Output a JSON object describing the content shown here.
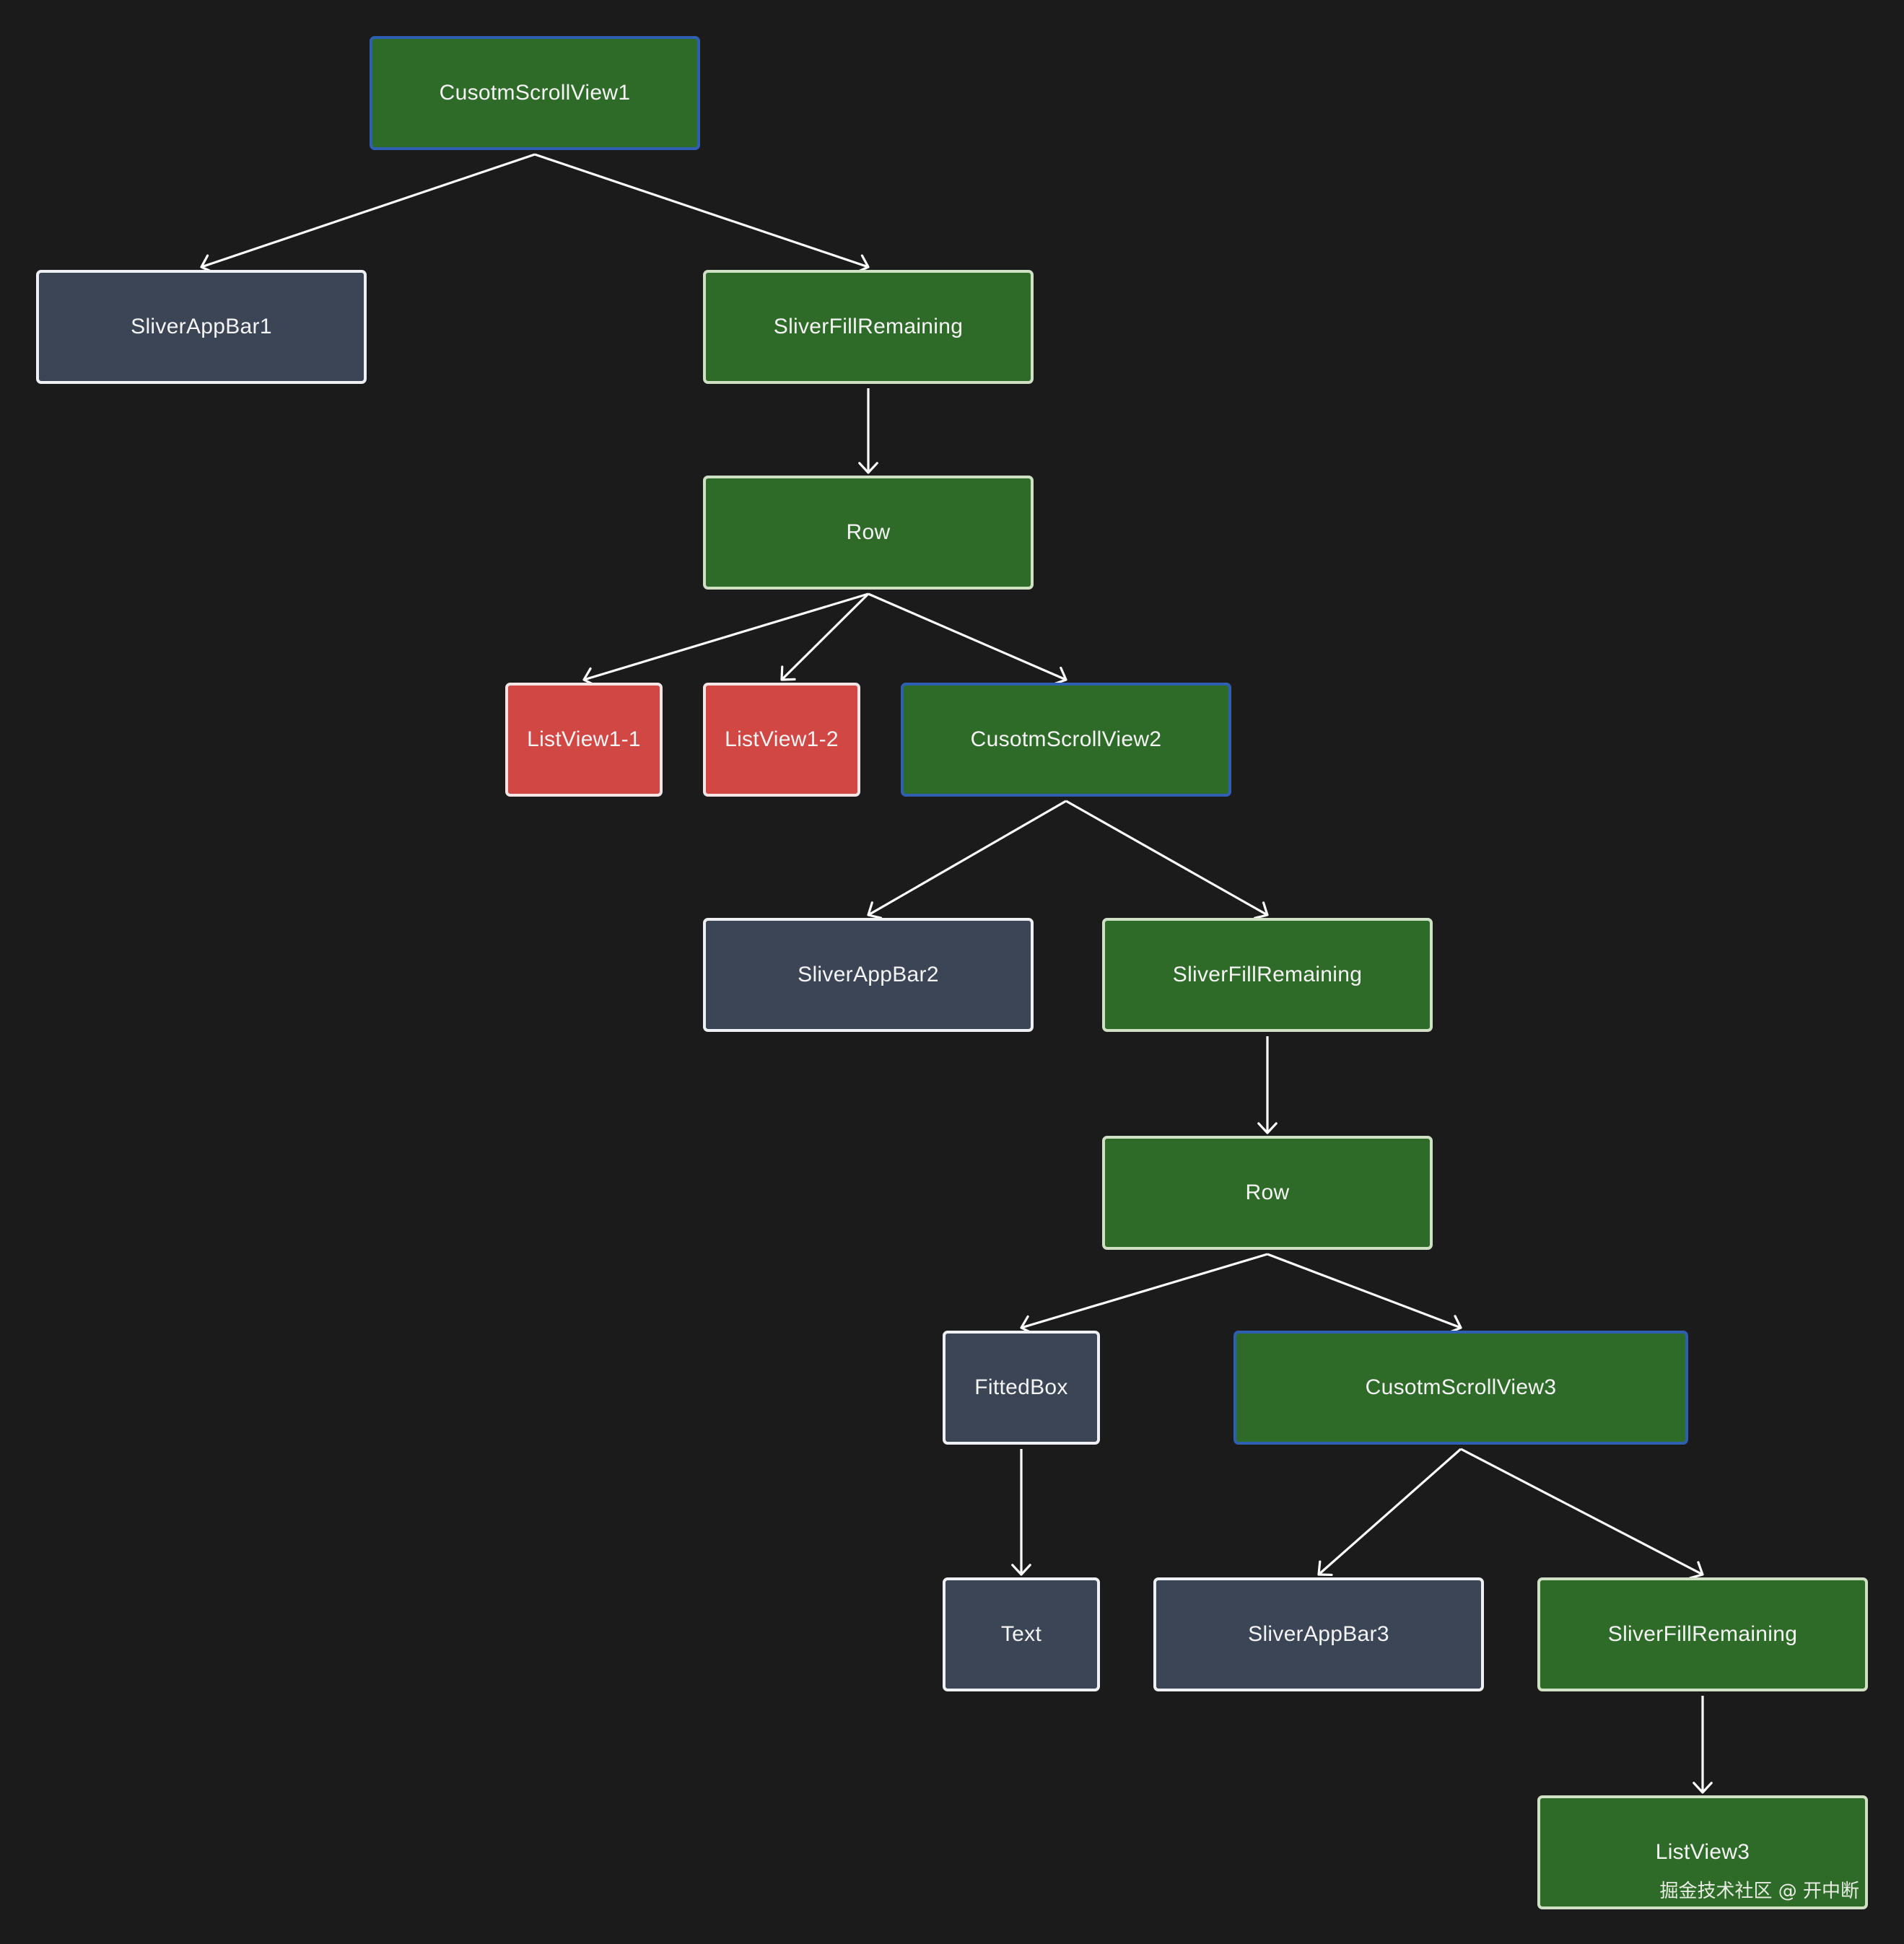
{
  "nodes": [
    {
      "id": "csv1",
      "label": "CusotmScrollView1",
      "kind": "scroll"
    },
    {
      "id": "sab1",
      "label": "SliverAppBar1",
      "kind": "slate"
    },
    {
      "id": "sfr1",
      "label": "SliverFillRemaining",
      "kind": "plain"
    },
    {
      "id": "row1",
      "label": "Row",
      "kind": "plain"
    },
    {
      "id": "lv11",
      "label": "ListView1-1",
      "kind": "red"
    },
    {
      "id": "lv12",
      "label": "ListView1-2",
      "kind": "red"
    },
    {
      "id": "csv2",
      "label": "CusotmScrollView2",
      "kind": "scroll"
    },
    {
      "id": "sab2",
      "label": "SliverAppBar2",
      "kind": "slate"
    },
    {
      "id": "sfr2",
      "label": "SliverFillRemaining",
      "kind": "plain"
    },
    {
      "id": "row2",
      "label": "Row",
      "kind": "plain"
    },
    {
      "id": "fbox",
      "label": "FittedBox",
      "kind": "slate"
    },
    {
      "id": "csv3",
      "label": "CusotmScrollView3",
      "kind": "scroll"
    },
    {
      "id": "text",
      "label": "Text",
      "kind": "slate"
    },
    {
      "id": "sab3",
      "label": "SliverAppBar3",
      "kind": "slate"
    },
    {
      "id": "sfr3",
      "label": "SliverFillRemaining",
      "kind": "plain"
    },
    {
      "id": "lv3",
      "label": "ListView3",
      "kind": "plain"
    }
  ],
  "edges": [
    {
      "from": "csv1",
      "to": "sab1"
    },
    {
      "from": "csv1",
      "to": "sfr1"
    },
    {
      "from": "sfr1",
      "to": "row1"
    },
    {
      "from": "row1",
      "to": "lv11"
    },
    {
      "from": "row1",
      "to": "lv12"
    },
    {
      "from": "row1",
      "to": "csv2"
    },
    {
      "from": "csv2",
      "to": "sab2"
    },
    {
      "from": "csv2",
      "to": "sfr2"
    },
    {
      "from": "sfr2",
      "to": "row2"
    },
    {
      "from": "row2",
      "to": "fbox"
    },
    {
      "from": "row2",
      "to": "csv3"
    },
    {
      "from": "fbox",
      "to": "text"
    },
    {
      "from": "csv3",
      "to": "sab3"
    },
    {
      "from": "csv3",
      "to": "sfr3"
    },
    {
      "from": "sfr3",
      "to": "lv3"
    }
  ],
  "watermark": "掘金技术社区 @ 开中断",
  "colors": {
    "background": "#1b1b1c",
    "green_fill": "#2f6b28",
    "scroll_border": "#2f5fb0",
    "slate_fill": "#3c4556",
    "red_fill": "#d04744",
    "edge": "#ffffff"
  }
}
